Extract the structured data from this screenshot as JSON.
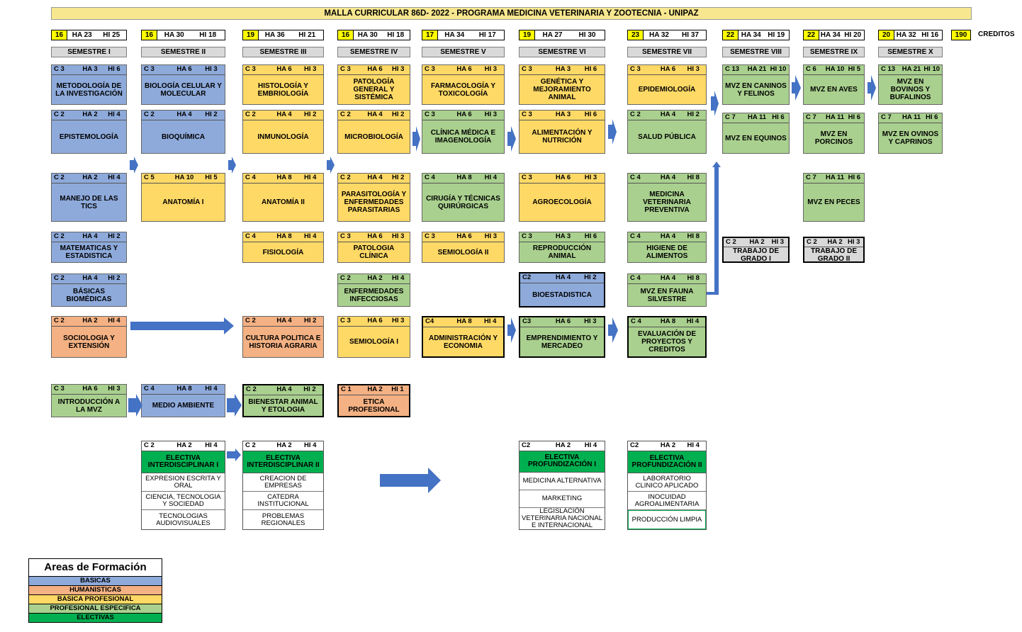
{
  "title": "MALLA CURRICULAR 86D- 2022 - PROGRAMA MEDICINA VETERINARIA Y ZOOTECNIA - UNIPAZ",
  "semester_headers": [
    {
      "cr": "16",
      "ha": "HA 23",
      "hi": "HI 25"
    },
    {
      "cr": "16",
      "ha": "HA 30",
      "hi": "HI 18"
    },
    {
      "cr": "19",
      "ha": "HA 36",
      "hi": "HI 21"
    },
    {
      "cr": "16",
      "ha": "HA 30",
      "hi": "HI 18"
    },
    {
      "cr": "17",
      "ha": "HA 34",
      "hi": "HI 17"
    },
    {
      "cr": "19",
      "ha": "HA 27",
      "hi": "HI 30"
    },
    {
      "cr": "23",
      "ha": "HA 32",
      "hi": "HI 37"
    },
    {
      "cr": "22",
      "ha": "HA 34",
      "hi": "HI 19"
    },
    {
      "cr": "22",
      "ha": "HA 34",
      "hi": "HI 20"
    },
    {
      "cr": "20",
      "ha": "HA 32",
      "hi": "HI 16"
    }
  ],
  "total_credits": "190",
  "credits_label": "CREDITOS",
  "semesters": [
    "SEMESTRE I",
    "SEMESTRE II",
    "SEMESTRE III",
    "SEMESTRE IV",
    "SEMESTRE V",
    "SEMESTRE VI",
    "SEMESTRE VII",
    "SEMESTRE VIII",
    "SEMESTRE IX",
    "SEMESTRE X"
  ],
  "courses": [
    {
      "c": "C 3",
      "ha": "HA 3",
      "hi": "HI 6",
      "name": "METODOLOGÍA DE LA INVESTIGACIÓN"
    },
    {
      "c": "C 2",
      "ha": "HA 2",
      "hi": "HI 4",
      "name": "EPISTEMOLOGÍA"
    },
    {
      "c": "C 2",
      "ha": "HA 2",
      "hi": "HI 4",
      "name": "MANEJO DE LAS TICS"
    },
    {
      "c": "C 2",
      "ha": "HA 4",
      "hi": "HI 2",
      "name": "MATEMATICAS Y ESTADISTICA"
    },
    {
      "c": "C 2",
      "ha": "HA 4",
      "hi": "HI 2",
      "name": "BÁSICAS BIOMÉDICAS"
    },
    {
      "c": "C 2",
      "ha": "HA 2",
      "hi": "HI 4",
      "name": "SOCIOLOGIA Y EXTENSIÓN"
    },
    {
      "c": "C 3",
      "ha": "HA 6",
      "hi": "HI 3",
      "name": "INTRODUCCIÓN A LA MVZ"
    },
    {
      "c": "C 3",
      "ha": "HA 6",
      "hi": "HI 3",
      "name": "BIOLOGÍA CELULAR Y MOLECULAR"
    },
    {
      "c": "C 2",
      "ha": "HA 4",
      "hi": "HI 2",
      "name": "BIOQUÍMICA"
    },
    {
      "c": "C 5",
      "ha": "HA 10",
      "hi": "HI 5",
      "name": "ANATOMÍA I"
    },
    {
      "c": "C 4",
      "ha": "HA 8",
      "hi": "HI 4",
      "name": "MEDIO AMBIENTE"
    },
    {
      "c": "C 3",
      "ha": "HA 6",
      "hi": "HI 3",
      "name": "HISTOLOGÍA Y EMBRIOLOGÍA"
    },
    {
      "c": "C 2",
      "ha": "HA 4",
      "hi": "HI 2",
      "name": "INMUNOLOGÍA"
    },
    {
      "c": "C 4",
      "ha": "HA 8",
      "hi": "HI 4",
      "name": "ANATOMÍA II"
    },
    {
      "c": "C 4",
      "ha": "HA 8",
      "hi": "HI 4",
      "name": "FISIOLOGÍA"
    },
    {
      "c": "C 2",
      "ha": "HA 4",
      "hi": "HI 2",
      "name": "CULTURA POLITICA E HISTORIA AGRARIA"
    },
    {
      "c": "C 2",
      "ha": "HA 4",
      "hi": "HI 2",
      "name": "BIENESTAR ANIMAL Y ETOLOGIA"
    },
    {
      "c": "C 3",
      "ha": "HA 6",
      "hi": "HI 3",
      "name": "PATOLOGÍA GENERAL Y SISTÉMICA"
    },
    {
      "c": "C 2",
      "ha": "HA 4",
      "hi": "HI 2",
      "name": "MICROBIOLOGÍA"
    },
    {
      "c": "C 2",
      "ha": "HA 4",
      "hi": "HI 2",
      "name": "PARASITOLOGÍA Y ENFERMEDADES PARASITARIAS"
    },
    {
      "c": "C 3",
      "ha": "HA 6",
      "hi": "HI 3",
      "name": "PATOLOGIA CLÍNICA"
    },
    {
      "c": "C 2",
      "ha": "HA 2",
      "hi": "HI 4",
      "name": "ENFERMEDADES INFECCIOSAS"
    },
    {
      "c": "C 3",
      "ha": "HA 6",
      "hi": "HI 3",
      "name": "SEMIOLOGÍA I"
    },
    {
      "c": "C 1",
      "ha": "HA 2",
      "hi": "HI 1",
      "name": "ETICA PROFESIONAL"
    },
    {
      "c": "C 3",
      "ha": "HA 6",
      "hi": "HI 3",
      "name": "FARMACOLOGÍA Y TOXICOLOGÍA"
    },
    {
      "c": "C 3",
      "ha": "HA 6",
      "hi": "HI 3",
      "name": "CLÍNICA MÉDICA E IMAGENOLOGÍA"
    },
    {
      "c": "C 4",
      "ha": "HA 8",
      "hi": "HI 4",
      "name": "CIRUGÍA Y TÉCNICAS QUIRÚRGICAS"
    },
    {
      "c": "C 3",
      "ha": "HA 6",
      "hi": "HI 3",
      "name": "SEMIOLOGÍA II"
    },
    {
      "c": "C4",
      "ha": "HA 8",
      "hi": "HI 4",
      "name": "ADMINISTRACIÓN Y ECONOMIA"
    },
    {
      "c": "C 3",
      "ha": "HA 3",
      "hi": "HI 6",
      "name": "GENÉTICA Y MEJORAMIENTO ANIMAL"
    },
    {
      "c": "C 3",
      "ha": "HA 3",
      "hi": "HI 6",
      "name": "ALIMENTACIÓN Y NUTRICIÓN"
    },
    {
      "c": "C 3",
      "ha": "HA 6",
      "hi": "HI 3",
      "name": "AGROECOLOGÍA"
    },
    {
      "c": "C 3",
      "ha": "HA 3",
      "hi": "HI 6",
      "name": "REPRODUCCIÓN ANIMAL"
    },
    {
      "c": "C2",
      "ha": "HA 4",
      "hi": "HI 2",
      "name": "BIOESTADISTICA"
    },
    {
      "c": "C3",
      "ha": "HA 6",
      "hi": "HI 3",
      "name": "EMPRENDIMIENTO Y MERCADEO"
    },
    {
      "c": "C 3",
      "ha": "HA 6",
      "hi": "HI 3",
      "name": "EPIDEMIOLOGÍA"
    },
    {
      "c": "C 2",
      "ha": "HA 4",
      "hi": "HI 2",
      "name": "SALUD PÚBLICA"
    },
    {
      "c": "C 4",
      "ha": "HA 4",
      "hi": "HI 8",
      "name": "MEDICINA VETERINARIA PREVENTIVA"
    },
    {
      "c": "C 4",
      "ha": "HA 4",
      "hi": "HI 8",
      "name": "HIGIENE DE ALIMENTOS"
    },
    {
      "c": "C 4",
      "ha": "HA 4",
      "hi": "HI 8",
      "name": "MVZ EN FAUNA SILVESTRE"
    },
    {
      "c": "C 4",
      "ha": "HA 8",
      "hi": "HI 4",
      "name": "EVALUACIÓN DE PROYECTOS Y CREDITOS"
    },
    {
      "c": "C 13",
      "ha": "HA 21",
      "hi": "HI 10",
      "name": "MVZ EN CANINOS Y FELINOS"
    },
    {
      "c": "C 7",
      "ha": "HA 11",
      "hi": "HI 6",
      "name": "MVZ EN EQUINOS"
    },
    {
      "c": "C 2",
      "ha": "HA 2",
      "hi": "HI 3",
      "name": "TRABAJO DE GRADO I"
    },
    {
      "c": "C 6",
      "ha": "HA 10",
      "hi": "HI 5",
      "name": "MVZ EN AVES"
    },
    {
      "c": "C 7",
      "ha": "HA 11",
      "hi": "HI 6",
      "name": "MVZ EN PORCINOS"
    },
    {
      "c": "C 7",
      "ha": "HA 11",
      "hi": "HI 6",
      "name": "MVZ EN PECES"
    },
    {
      "c": "C 2",
      "ha": "HA 2",
      "hi": "HI 3",
      "name": "TRABAJO DE GRADO II"
    },
    {
      "c": "C 13",
      "ha": "HA 21",
      "hi": "HI 10",
      "name": "MVZ EN BOVINOS Y BUFALINOS"
    },
    {
      "c": "C 7",
      "ha": "HA 11",
      "hi": "HI 6",
      "name": "MVZ EN OVINOS Y CAPRINOS"
    }
  ],
  "electives": [
    {
      "c": "C 2",
      "ha": "HA 2",
      "hi": "HI 4",
      "name": "ELECTIVA INTERDISCIPLINAR I",
      "options": [
        "EXPRESION ESCRITA Y ORAL",
        "CIENCIA, TECNOLOGIA Y SOCIEDAD",
        "TECNOLOGIAS AUDIOVISUALES"
      ]
    },
    {
      "c": "C 2",
      "ha": "HA 2",
      "hi": "HI 4",
      "name": "ELECTIVA INTERDISCIPLINAR II",
      "options": [
        "CREACION DE EMPRESAS",
        "CATEDRA INSTITUCIONAL",
        "PROBLEMAS REGIONALES"
      ]
    },
    {
      "c": "C2",
      "ha": "HA 2",
      "hi": "HI 4",
      "name": "ELECTIVA PROFUNDIZACIÓN I",
      "options": [
        "MEDICINA ALTERNATIVA",
        "MARKETING",
        "LEGISLACIÓN VETERINARIA NACIONAL E INTERNACIONAL"
      ]
    },
    {
      "c": "C2",
      "ha": "HA 2",
      "hi": "HI 4",
      "name": "ELECTIVA PROFUNDIZACIÓN II",
      "options": [
        "LABORATORIO CLINICO APLICADO",
        "INOCUIDAD AGROALIMENTARIA",
        "PRODUCCIÓN LIMPIA"
      ]
    }
  ],
  "legend": {
    "title": "Areas de Formación",
    "items": [
      {
        "label": "BASICAS",
        "color": "#8eaadb"
      },
      {
        "label": "HUMANISTICAS",
        "color": "#f4b183"
      },
      {
        "label": "BASICA PROFESIONAL",
        "color": "#ffd966"
      },
      {
        "label": "PROFESIONAL ESPECIFICA",
        "color": "#a9d08e"
      },
      {
        "label": "ELECTIVAS",
        "color": "#00b050"
      }
    ]
  }
}
